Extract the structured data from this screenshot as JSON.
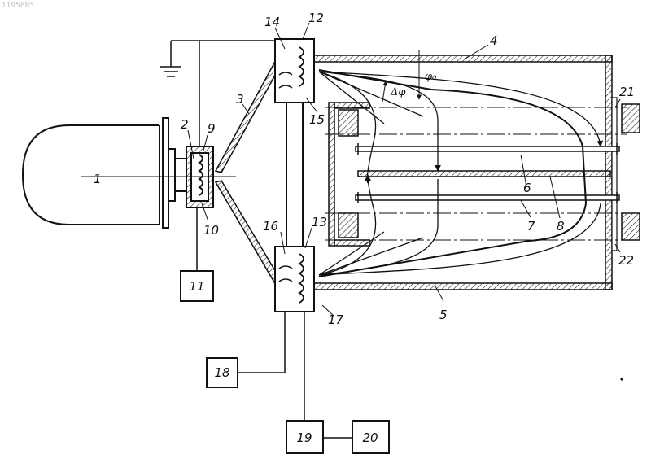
{
  "stamp": "1195885",
  "symbols": {
    "phi0": "φ₀",
    "dphi": "Δφ"
  },
  "labels": {
    "l1": "1",
    "l2": "2",
    "l3": "3",
    "l4": "4",
    "l5": "5",
    "l6": "6",
    "l7": "7",
    "l8": "8",
    "l9": "9",
    "l10": "10",
    "l12": "12",
    "l13": "13",
    "l14": "14",
    "l15": "15",
    "l16": "16",
    "l17": "17",
    "l21": "21",
    "l22": "22"
  },
  "boxes": {
    "b11": "11",
    "b18": "18",
    "b19": "19",
    "b20": "20"
  }
}
